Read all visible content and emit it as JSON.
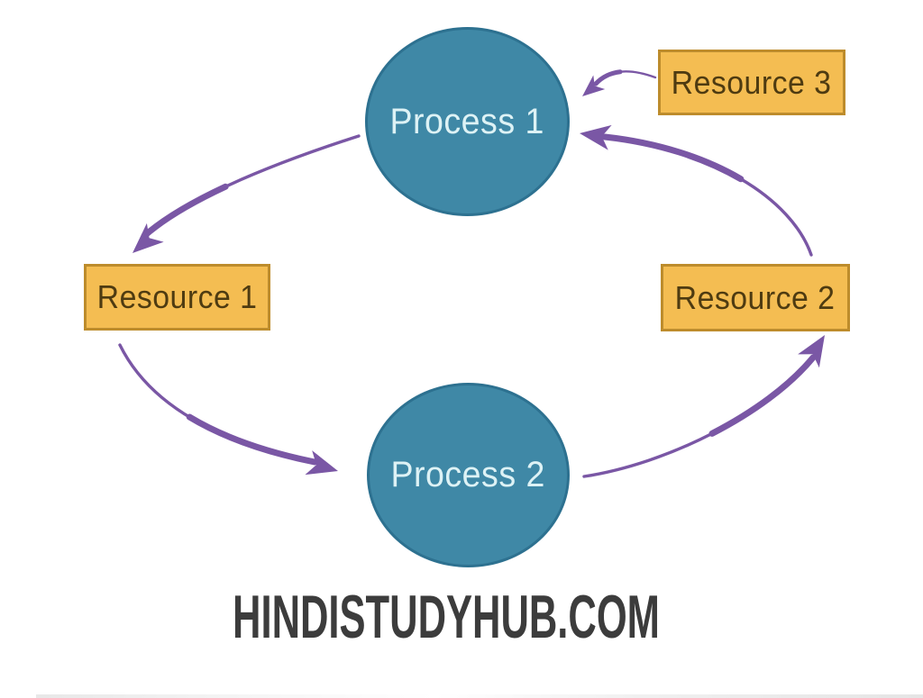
{
  "diagram": {
    "watermark": "HINDISTUDYHUB.COM",
    "nodes": {
      "process1": {
        "label": "Process 1",
        "type": "process"
      },
      "process2": {
        "label": "Process 2",
        "type": "process"
      },
      "resource1": {
        "label": "Resource 1",
        "type": "resource"
      },
      "resource2": {
        "label": "Resource 2",
        "type": "resource"
      },
      "resource3": {
        "label": "Resource 3",
        "type": "resource"
      }
    },
    "edges": [
      {
        "from": "process1",
        "to": "resource1"
      },
      {
        "from": "resource1",
        "to": "process2"
      },
      {
        "from": "process2",
        "to": "resource2"
      },
      {
        "from": "resource2",
        "to": "process1"
      },
      {
        "from": "resource3",
        "to": "process1"
      }
    ],
    "colors": {
      "background": "#ffffff",
      "process_fill": "#3f88a6",
      "process_border": "#2d7190",
      "process_text": "#ddf2f5",
      "resource_fill": "#f4bd52",
      "resource_border": "#bd8c2c",
      "resource_text": "#4e3b11",
      "arrow": "#7a57a5",
      "watermark_text": "#3c3c3c"
    }
  }
}
